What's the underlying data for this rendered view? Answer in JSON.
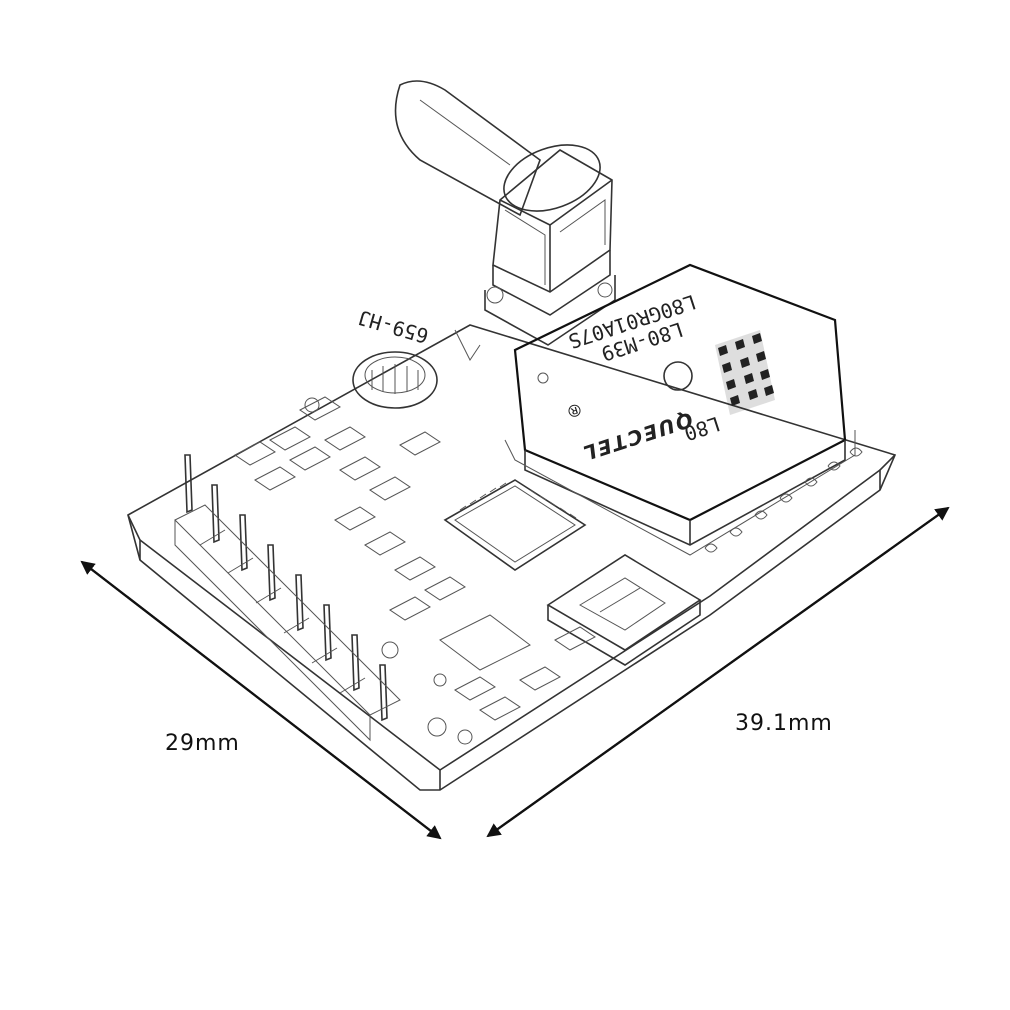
{
  "dimensions": {
    "width_label": "29mm",
    "length_label": "39.1mm"
  },
  "module": {
    "brand": "QUECTEL",
    "brand_mark": "®",
    "model_top": "L80-M39",
    "part_code": "L80GR01A07S",
    "model_bottom": "L80",
    "board_marking": "659-HJ"
  }
}
